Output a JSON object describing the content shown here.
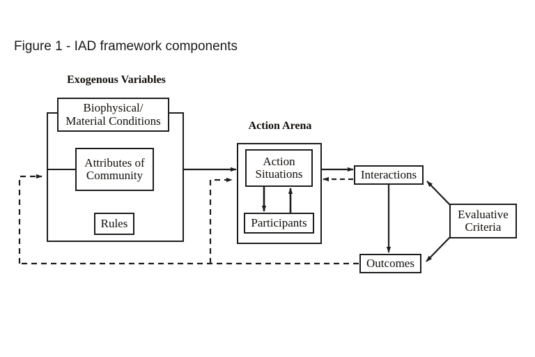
{
  "figure": {
    "title": "Figure 1 - IAD framework components"
  },
  "diagram": {
    "type": "flow-diagram",
    "groups": [
      {
        "id": "exogenous-variables",
        "heading": "Exogenous Variables",
        "boxes": [
          {
            "id": "biophysical",
            "label": "Biophysical/\nMaterial Conditions"
          },
          {
            "id": "attributes",
            "label": "Attributes of\nCommunity"
          },
          {
            "id": "rules",
            "label": "Rules"
          }
        ]
      },
      {
        "id": "action-arena",
        "heading": "Action Arena",
        "boxes": [
          {
            "id": "action-situations",
            "label": "Action\nSituations"
          },
          {
            "id": "participants",
            "label": "Participants"
          }
        ]
      }
    ],
    "nodes": [
      {
        "id": "interactions",
        "label": "Interactions"
      },
      {
        "id": "outcomes",
        "label": "Outcomes"
      },
      {
        "id": "evaluative-criteria",
        "label": "Evaluative\nCriteria"
      }
    ],
    "edges": [
      {
        "from": "exogenous-variables",
        "to": "action-arena",
        "style": "solid",
        "direction": "forward"
      },
      {
        "from": "action-arena",
        "to": "interactions",
        "style": "solid",
        "direction": "forward"
      },
      {
        "from": "action-situations",
        "to": "participants",
        "style": "solid",
        "direction": "forward"
      },
      {
        "from": "participants",
        "to": "action-situations",
        "style": "solid",
        "direction": "forward"
      },
      {
        "from": "interactions",
        "to": "outcomes",
        "style": "solid",
        "direction": "forward"
      },
      {
        "from": "evaluative-criteria",
        "to": "interactions",
        "style": "solid",
        "direction": "forward"
      },
      {
        "from": "evaluative-criteria",
        "to": "outcomes",
        "style": "solid",
        "direction": "forward"
      },
      {
        "from": "interactions",
        "to": "action-arena",
        "style": "dashed",
        "direction": "backward"
      },
      {
        "from": "outcomes",
        "to": "exogenous-variables",
        "style": "dashed",
        "direction": "feedback"
      },
      {
        "from": "outcomes",
        "to": "action-arena",
        "style": "dashed",
        "direction": "feedback"
      }
    ]
  },
  "colors": {
    "stroke": "#1c1c1c",
    "text": "#100c08",
    "title": "#1a1a1a",
    "background": "#ffffff"
  }
}
